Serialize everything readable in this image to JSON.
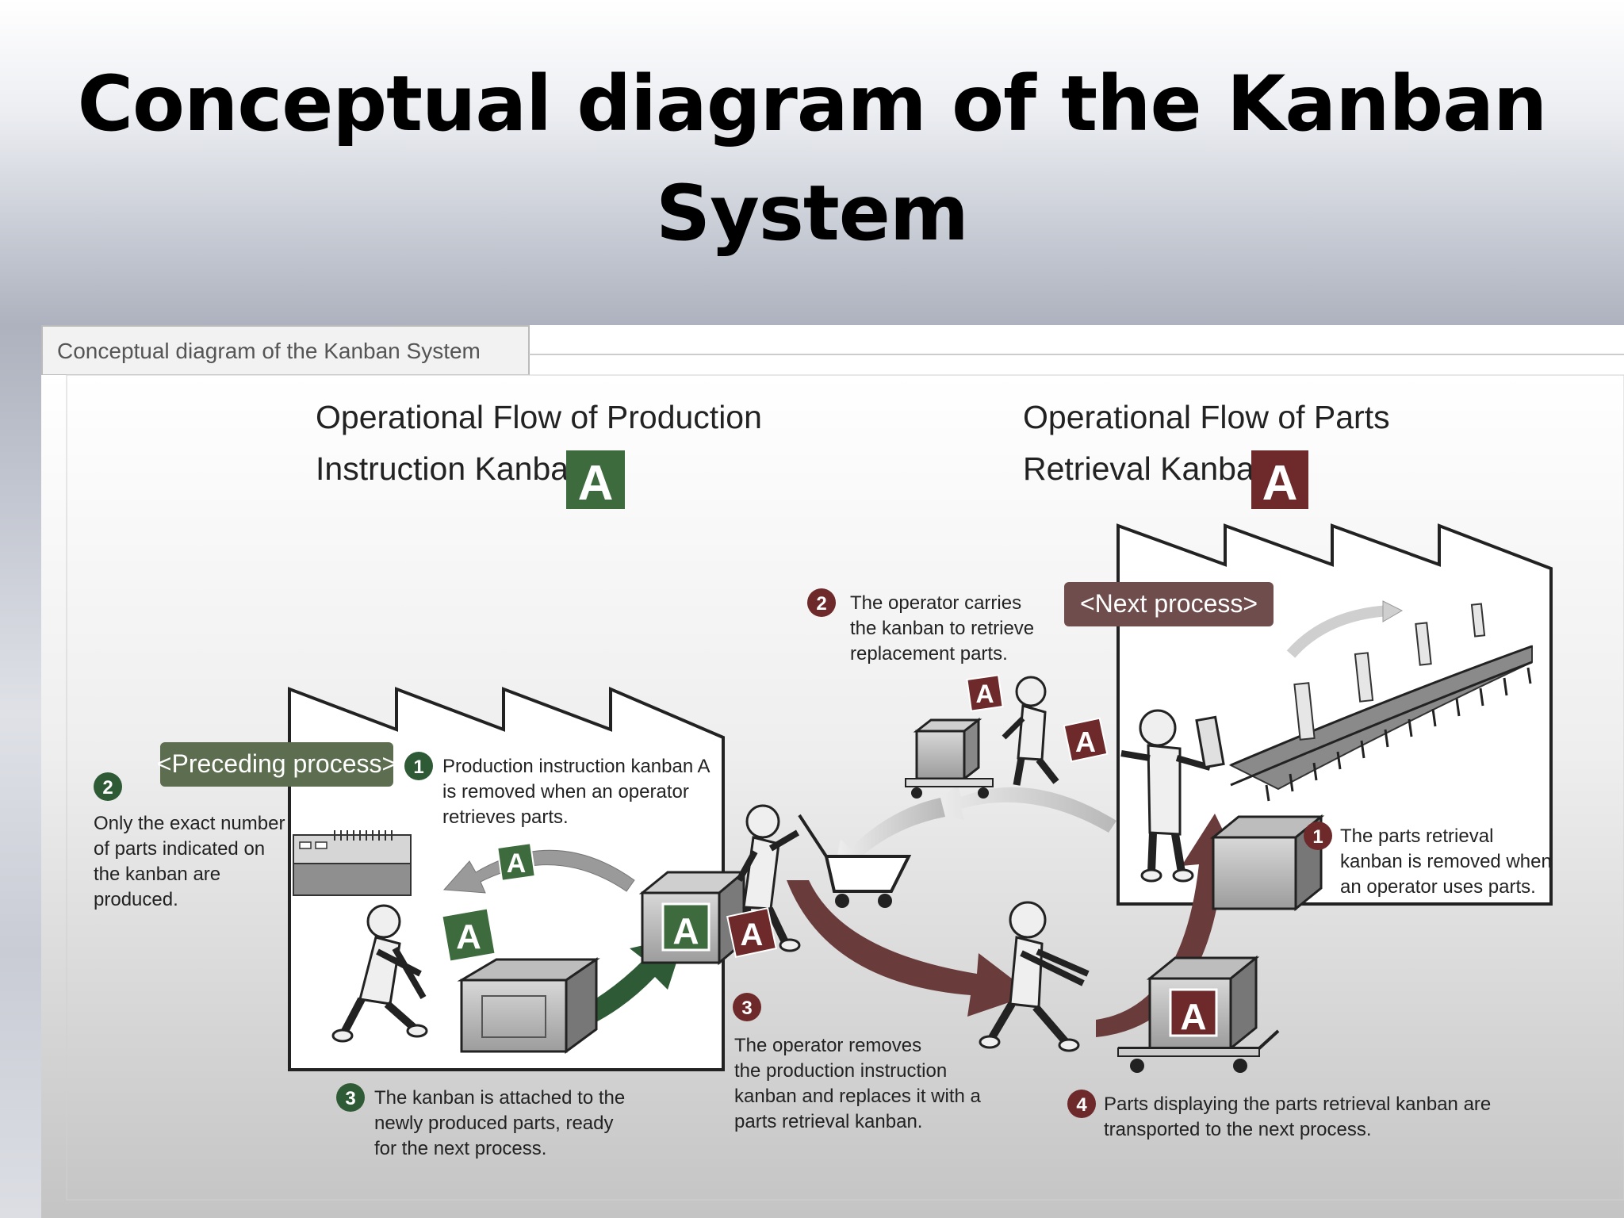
{
  "slide": {
    "title": "Conceptual diagram of the Kanban System"
  },
  "figure": {
    "tab_label": "Conceptual diagram of the Kanban System",
    "left_heading": {
      "line1": "Operational Flow of Production",
      "line2": "Instruction Kanban",
      "badge": "A",
      "badge_color": "#3e6b3e"
    },
    "right_heading": {
      "line1": "Operational Flow of Parts",
      "line2": "Retrieval Kanban",
      "badge": "A",
      "badge_color": "#6e2a2a"
    },
    "preceding_process_label": "<Preceding process>",
    "next_process_label": "<Next process>",
    "kanban_letter": "A",
    "colors": {
      "production_green": "#3e6b3e",
      "retrieval_red": "#6e2a2a",
      "green_arrow": "#2f5a36",
      "red_arrow": "#6a3b3b"
    },
    "steps": {
      "left_1": {
        "number": "1",
        "lines": [
          "Production instruction kanban A",
          "is removed when an operator",
          "retrieves parts."
        ]
      },
      "left_2": {
        "number": "2",
        "lines": [
          "Only the exact number",
          "of parts indicated on",
          "the kanban are",
          "produced."
        ]
      },
      "left_3": {
        "number": "3",
        "lines": [
          "The kanban is attached to the",
          "newly produced parts, ready",
          "for the next process."
        ]
      },
      "right_1": {
        "number": "1",
        "lines": [
          "The parts retrieval",
          "kanban is removed when",
          "an operator uses parts."
        ]
      },
      "right_2": {
        "number": "2",
        "lines": [
          "The operator carries",
          "the kanban to retrieve",
          "replacement parts."
        ]
      },
      "right_3": {
        "number": "3",
        "lines": [
          "The operator removes",
          "the production instruction",
          "kanban and replaces it with a",
          "parts retrieval kanban."
        ]
      },
      "right_4": {
        "number": "4",
        "lines": [
          "Parts displaying the parts retrieval kanban are",
          "transported to the next  process."
        ]
      }
    }
  }
}
